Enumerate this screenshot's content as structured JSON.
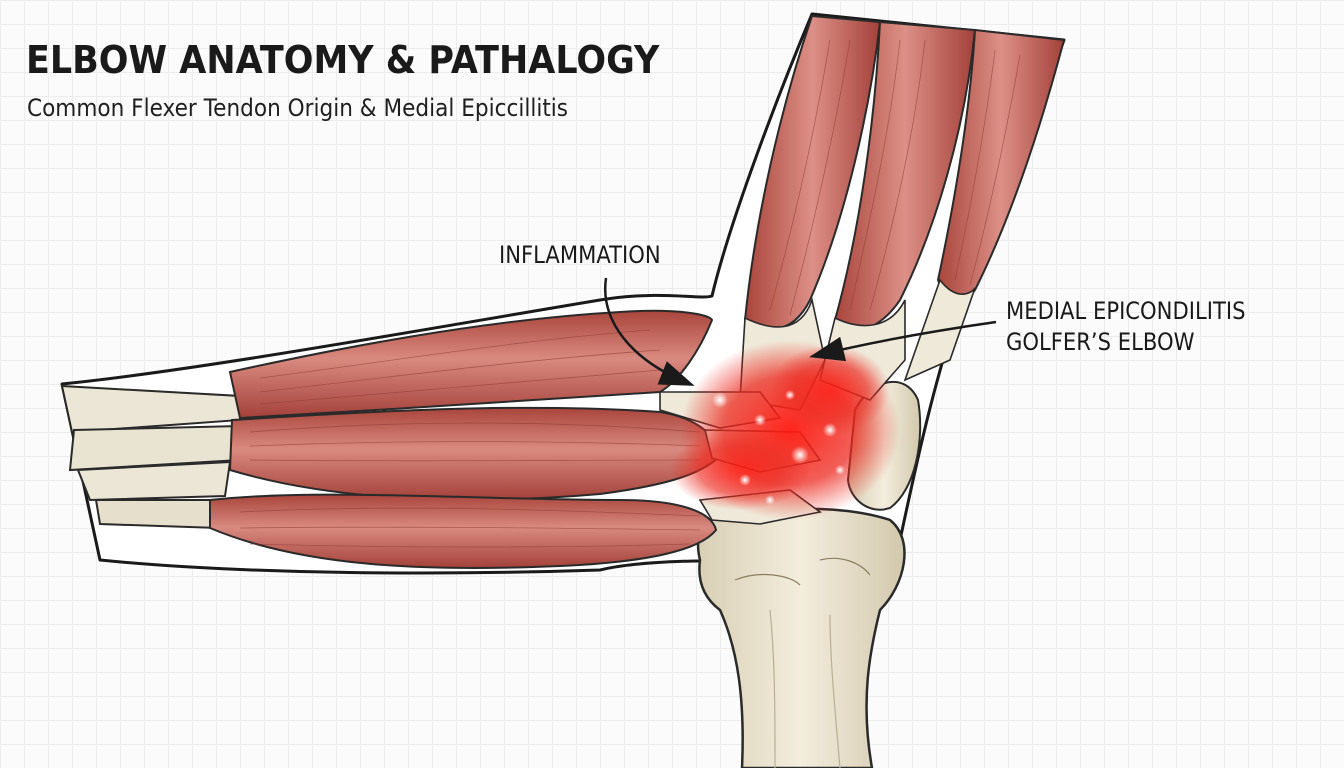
{
  "title": "ELBOW ANATOMY & PATHALOGY",
  "subtitle": "Common Flexer Tendon Origin & Medial Epiccillitis",
  "labels": {
    "inflammation": "INFLAMMATION",
    "medial_epicondylitis_line1": "MEDIAL EPICONDILITIS",
    "medial_epicondylitis_line2": "GOLFER’S ELBOW"
  },
  "colors": {
    "muscle": "#c5635a",
    "muscle_dark": "#9e3e36",
    "tendon": "#ece6d6",
    "bone": "#e9e1cb",
    "inflammation": "#e8231c",
    "outline": "#1a1a1a"
  }
}
